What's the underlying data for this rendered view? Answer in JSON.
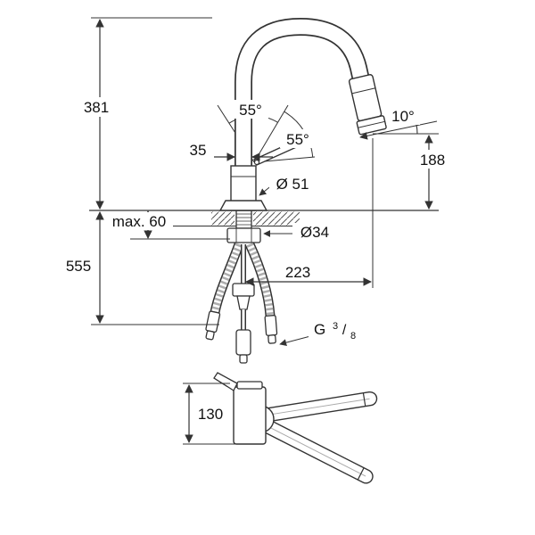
{
  "drawing": {
    "type": "faucet-installation-dimension-drawing",
    "colors": {
      "background": "#ffffff",
      "lines": "#333333",
      "text": "#111111"
    },
    "dimensions": {
      "height_above_counter": "381",
      "spout_tube_width": "35",
      "handle_angle_left": "55°",
      "handle_angle_right": "55°",
      "spray_head_angle": "10°",
      "outlet_height": "188",
      "body_diameter": "Ø 51",
      "max_counter_thickness": "max. 60",
      "mounting_hole_diameter": "Ø34",
      "height_below_counter": "555",
      "spout_reach": "223",
      "swivel_body_height": "130",
      "hose_thread": {
        "prefix": "G",
        "numerator": "3",
        "slash": "/",
        "denominator": "8"
      }
    }
  }
}
